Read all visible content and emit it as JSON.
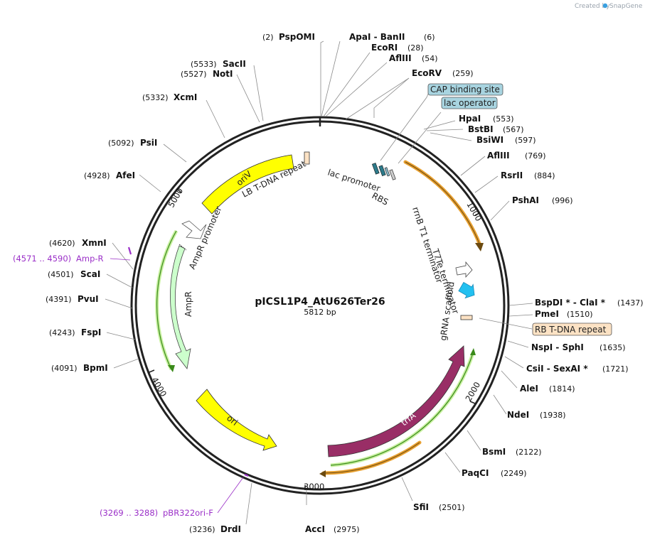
{
  "credit": {
    "text": "Created by",
    "brand": "SnapGene"
  },
  "plasmid": {
    "name": "pICSL1P4_AtU626Ter26",
    "size": "5812 bp"
  },
  "ticks": [
    "1000",
    "2000",
    "3000",
    "4000",
    "5000"
  ],
  "enzymes": [
    {
      "pos": "(2)",
      "name": "PspOMI"
    },
    {
      "pos": "(6)",
      "name": "ApaI  -  BanII"
    },
    {
      "pos": "(28)",
      "name": "EcoRI"
    },
    {
      "pos": "(54)",
      "name": "AflIII"
    },
    {
      "pos": "(259)",
      "name": "EcoRV"
    },
    {
      "pos": "(553)",
      "name": "HpaI"
    },
    {
      "pos": "(567)",
      "name": "BstBI"
    },
    {
      "pos": "(597)",
      "name": "BsiWI"
    },
    {
      "pos": "(769)",
      "name": "AflIII"
    },
    {
      "pos": "(884)",
      "name": "RsrII"
    },
    {
      "pos": "(996)",
      "name": "PshAI"
    },
    {
      "pos": "(1437)",
      "name": "BspDI *  -  ClaI *"
    },
    {
      "pos": "(1510)",
      "name": "PmeI"
    },
    {
      "pos": "(1635)",
      "name": "NspI  -  SphI"
    },
    {
      "pos": "(1721)",
      "name": "CsiI  -  SexAI *"
    },
    {
      "pos": "(1814)",
      "name": "AleI"
    },
    {
      "pos": "(1938)",
      "name": "NdeI"
    },
    {
      "pos": "(2122)",
      "name": "BsmI"
    },
    {
      "pos": "(2249)",
      "name": "PaqCI"
    },
    {
      "pos": "(2501)",
      "name": "SfiI"
    },
    {
      "pos": "(2975)",
      "name": "AccI"
    },
    {
      "pos": "(3236)",
      "name": "DrdI"
    },
    {
      "pos": "(4091)",
      "name": "BpmI"
    },
    {
      "pos": "(4243)",
      "name": "FspI"
    },
    {
      "pos": "(4391)",
      "name": "PvuI"
    },
    {
      "pos": "(4501)",
      "name": "ScaI"
    },
    {
      "pos": "(4620)",
      "name": "XmnI"
    },
    {
      "pos": "(4928)",
      "name": "AfeI"
    },
    {
      "pos": "(5092)",
      "name": "PsiI"
    },
    {
      "pos": "(5332)",
      "name": "XcmI"
    },
    {
      "pos": "(5527)",
      "name": "NotI"
    },
    {
      "pos": "(5533)",
      "name": "SacII"
    }
  ],
  "primers": [
    {
      "range": "(4571 .. 4590)",
      "name": "Amp-R"
    },
    {
      "range": "(3269 .. 3288)",
      "name": "pBR322ori-F"
    }
  ],
  "boxed": [
    {
      "name": "CAP binding site"
    },
    {
      "name": "lac operator"
    },
    {
      "name": "RB T-DNA repeat"
    }
  ],
  "features": {
    "oriV": "oriV",
    "lb": "LB T-DNA repeat",
    "lac_promoter": "lac promoter",
    "rbs": "RBS",
    "rrnb": "rrnB T1 terminator",
    "t7te": "T7Te terminator",
    "grna": "gRNA scaffold",
    "ampr_promoter": "AmpR promoter",
    "ampr": "AmpR",
    "ori": "ori",
    "trfa": "trfA"
  },
  "colors": {
    "backbone": "#222222",
    "orange_outline": "#e8a030",
    "green_outline": "#3a8a1a",
    "yellow_feature": "#ffff00",
    "amp_fill": "#ccffcc",
    "trfa_fill": "#992e66",
    "cyan_arrow": "#22c0f0",
    "box_blue": "#a8d4e0",
    "box_peach": "#fce2c4",
    "primer_purple": "#9b30c8"
  }
}
